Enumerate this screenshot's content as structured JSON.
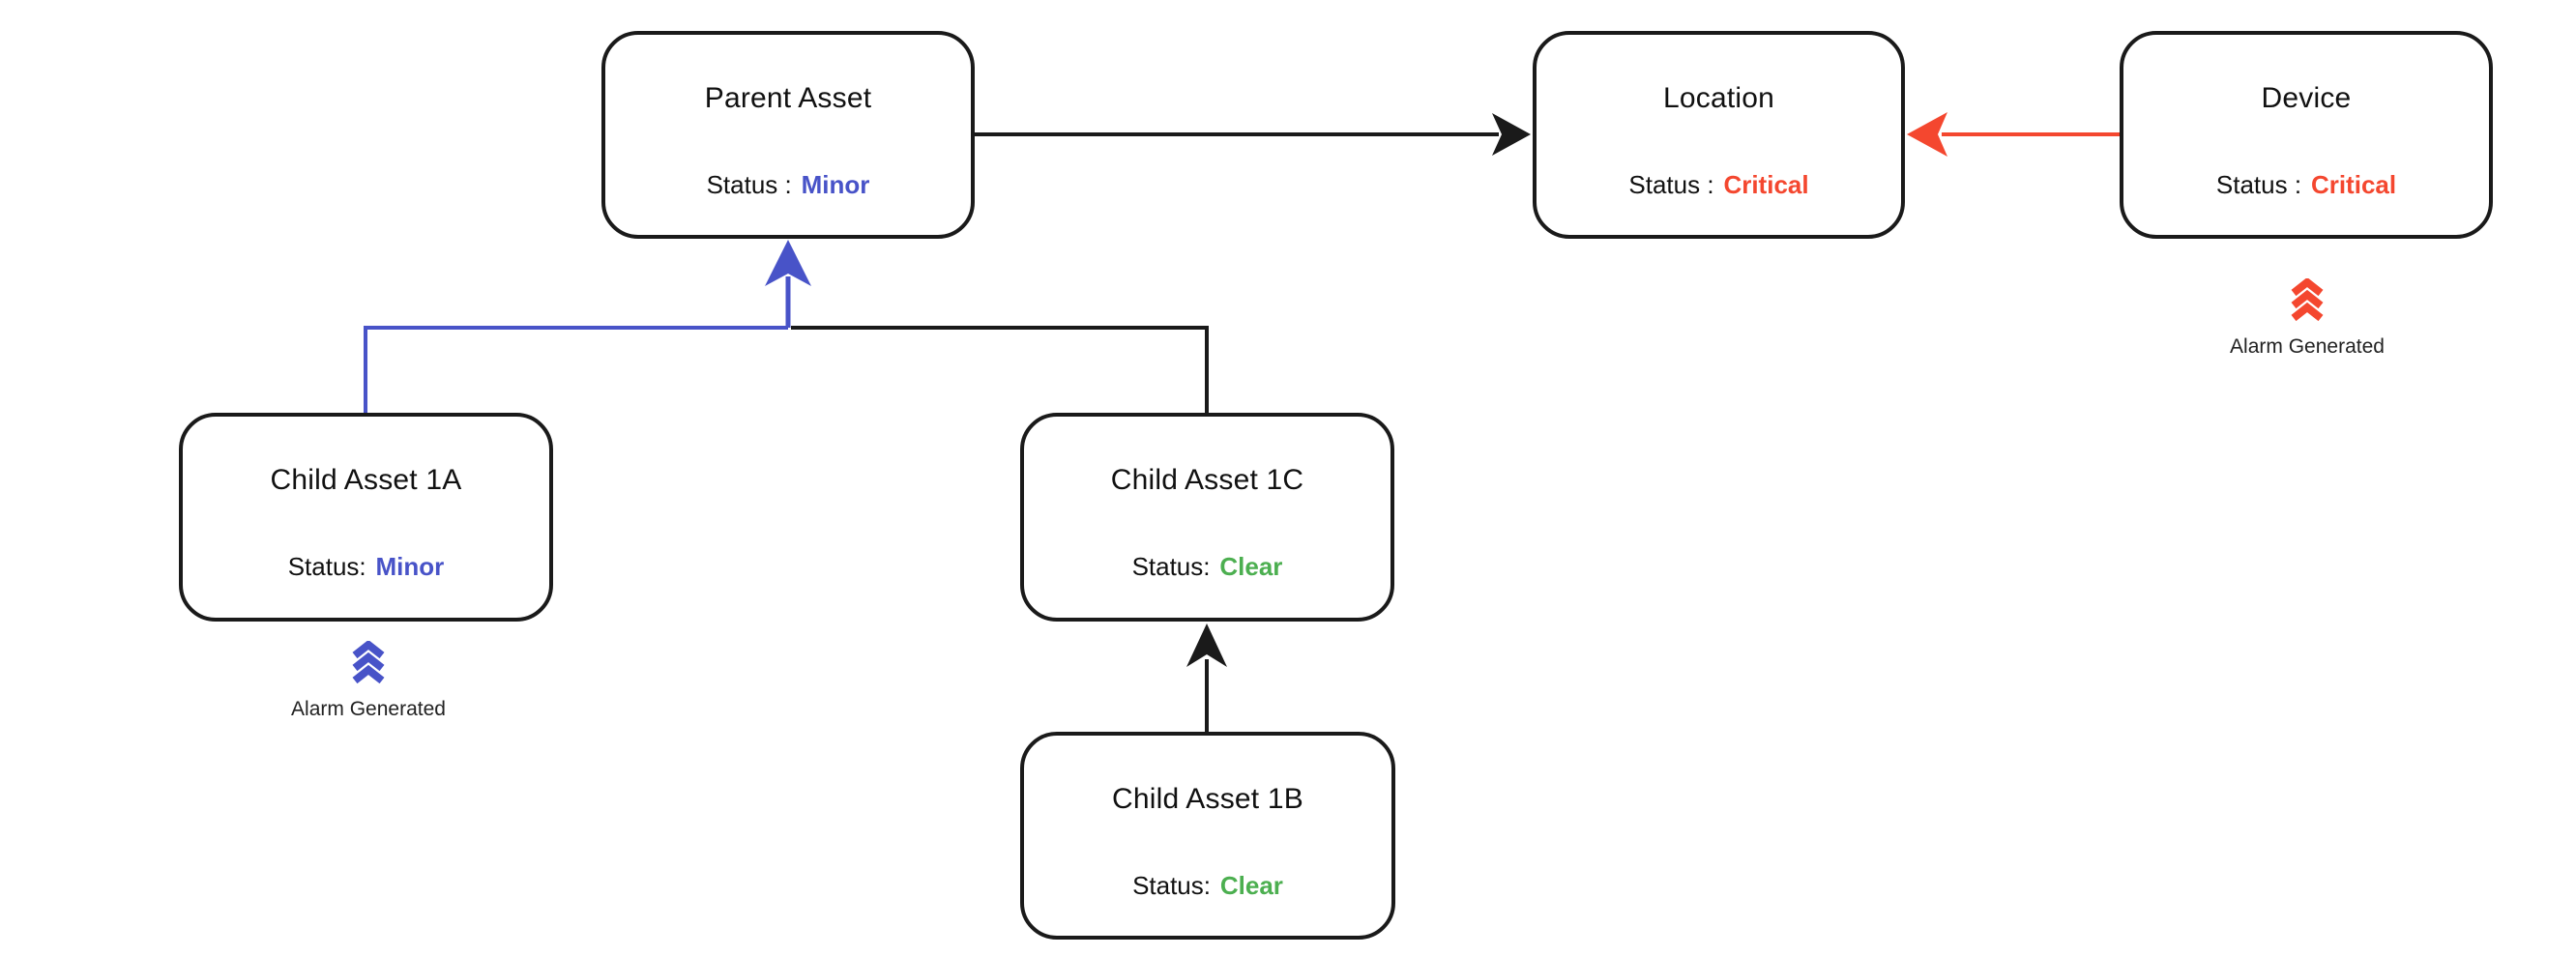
{
  "diagram": {
    "background": "#ffffff",
    "colors": {
      "node_border": "#1a1a1a",
      "minor": "#4853c8",
      "critical": "#f4472f",
      "clear": "#4caf50",
      "black_line": "#1a1a1a"
    },
    "nodes": [
      {
        "id": "parent-asset",
        "title": "Parent Asset",
        "status_label": "Status :",
        "status_value": "Minor",
        "status_color": "minor"
      },
      {
        "id": "location",
        "title": "Location",
        "status_label": "Status :",
        "status_value": "Critical",
        "status_color": "critical"
      },
      {
        "id": "device",
        "title": "Device",
        "status_label": "Status :",
        "status_value": "Critical",
        "status_color": "critical"
      },
      {
        "id": "child-asset-1a",
        "title": "Child Asset 1A",
        "status_label": "Status:",
        "status_value": "Minor",
        "status_color": "minor"
      },
      {
        "id": "child-asset-1c",
        "title": "Child Asset 1C",
        "status_label": "Status:",
        "status_value": "Clear",
        "status_color": "clear"
      },
      {
        "id": "child-asset-1b",
        "title": "Child Asset 1B",
        "status_label": "Status:",
        "status_value": "Clear",
        "status_color": "clear"
      }
    ],
    "annotations": [
      {
        "id": "alarm-device",
        "icon": "triple-chevron-up-icon",
        "icon_color": "#f4472f",
        "label": "Alarm Generated"
      },
      {
        "id": "alarm-child-asset-1a",
        "icon": "triple-chevron-up-icon",
        "icon_color": "#4853c8",
        "label": "Alarm Generated"
      }
    ],
    "edges": [
      {
        "id": "parent-to-location",
        "from": "Parent Asset",
        "to": "Location",
        "color": "#1a1a1a",
        "arrow_at": "Location"
      },
      {
        "id": "device-to-location",
        "from": "Device",
        "to": "Location",
        "color": "#f4472f",
        "arrow_at": "Location"
      },
      {
        "id": "child-1a-to-parent",
        "from": "Child Asset 1A",
        "to": "Parent Asset",
        "color": "#4853c8",
        "arrow_at": "Parent Asset"
      },
      {
        "id": "child-1c-to-parent",
        "from": "Child Asset 1C",
        "to": "Parent Asset",
        "color": "#1a1a1a",
        "arrow_at": "Parent Asset"
      },
      {
        "id": "child-1b-to-child-1c",
        "from": "Child Asset 1B",
        "to": "Child Asset 1C",
        "color": "#1a1a1a",
        "arrow_at": "Child Asset 1C"
      }
    ]
  }
}
